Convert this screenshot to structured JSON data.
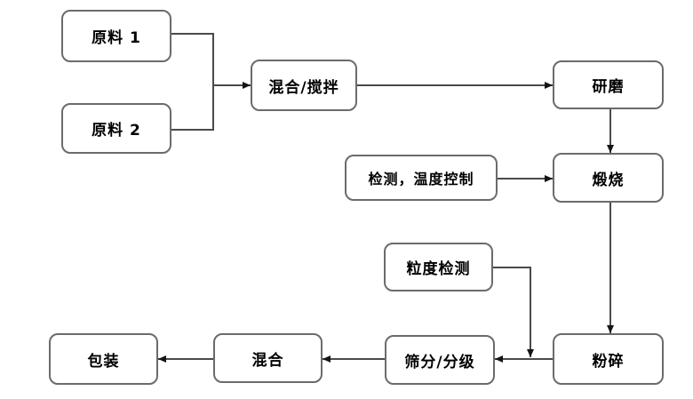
{
  "diagram": {
    "type": "flowchart",
    "colors": {
      "background": "#ffffff",
      "box_fill": "#ffffff",
      "box_border": "#6b6b6b",
      "line": "#4a4a4a",
      "arrowhead": "#141414",
      "text": "#000000"
    },
    "nodes": {
      "raw1": {
        "label": "原料 1"
      },
      "raw2": {
        "label": "原料 2"
      },
      "mix_stir": {
        "label": "混合/搅拌"
      },
      "grind": {
        "label": "研磨"
      },
      "detect_temp_control": {
        "label": "检测，温度控制"
      },
      "calcine": {
        "label": "煅烧"
      },
      "particle_size_test": {
        "label": "粒度检测"
      },
      "sieve_classify": {
        "label": "筛分/分级"
      },
      "crush": {
        "label": "粉碎"
      },
      "mix2": {
        "label": "混合"
      },
      "pack": {
        "label": "包装"
      }
    },
    "edges": [
      {
        "from": "raw1",
        "to": "mix_stir"
      },
      {
        "from": "raw2",
        "to": "mix_stir"
      },
      {
        "from": "mix_stir",
        "to": "grind"
      },
      {
        "from": "grind",
        "to": "calcine"
      },
      {
        "from": "detect_temp_control",
        "to": "calcine"
      },
      {
        "from": "calcine",
        "to": "crush"
      },
      {
        "from": "crush",
        "to": "sieve_classify"
      },
      {
        "from": "particle_size_test",
        "to": "sieve_classify"
      },
      {
        "from": "sieve_classify",
        "to": "mix2"
      },
      {
        "from": "mix2",
        "to": "pack"
      }
    ]
  }
}
